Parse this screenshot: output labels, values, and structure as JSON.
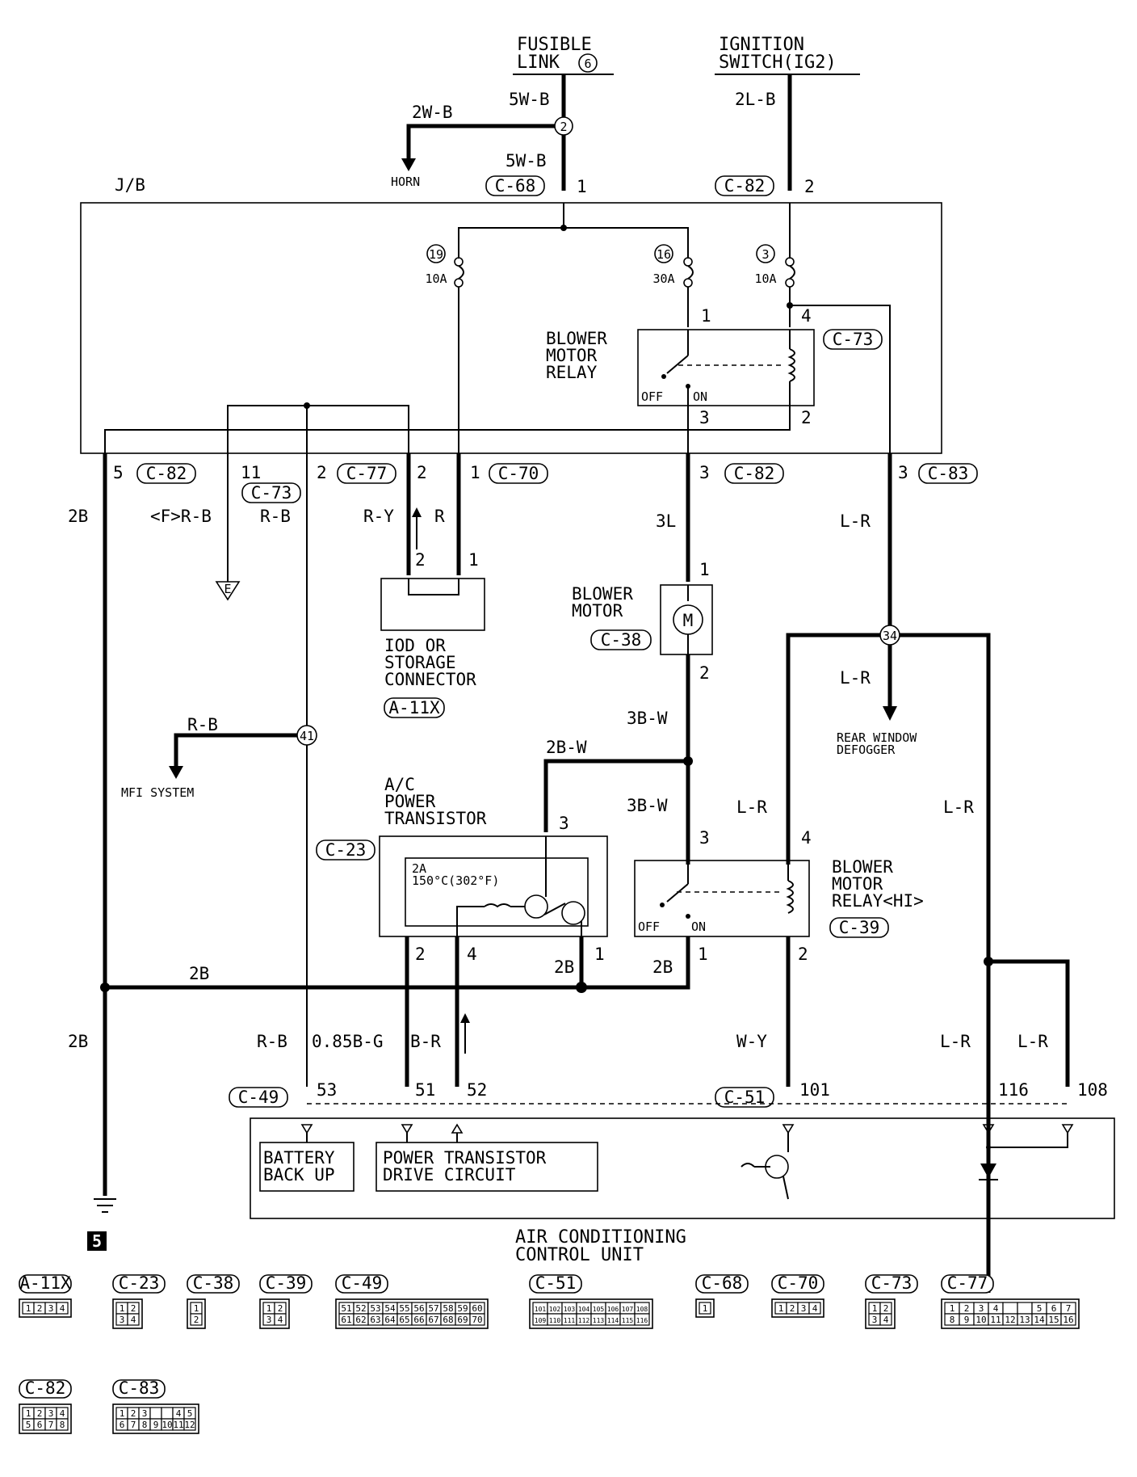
{
  "sources": {
    "fusible_link": "FUSIBLE\nLINK",
    "fusible_link_no": "6",
    "ignition_switch": "IGNITION\nSWITCH(IG2)"
  },
  "junction_block": "J/B",
  "wires": {
    "w5WB_top": "5W-B",
    "w5WB": "5W-B",
    "w2WB": "2W-B",
    "w2LB": "2L-B",
    "w2B_left": "2B",
    "wFRB": "<F>R-B",
    "wRB": "R-B",
    "wRY": "R-Y",
    "wR": "R",
    "w3L": "3L",
    "wLR_top": "L-R",
    "wLR_def": "L-R",
    "w3BW_1": "3B-W",
    "w2BW": "2B-W",
    "w3BW_2": "3B-W",
    "wLR_relay": "L-R",
    "wLR_right": "L-R",
    "w2B_mid": "2B",
    "w2B_pt": "2B",
    "w2B_relay": "2B",
    "w2B_bottom": "2B",
    "wRB_bottom": "R-B",
    "w085BG": "0.85B-G",
    "wBR": "B-R",
    "wWY": "W-Y",
    "wLR_b1": "L-R",
    "wLR_b2": "L-R"
  },
  "connectors": {
    "C68": "C-68",
    "C82_top": "C-82",
    "C82_l": "C-82",
    "C73_l": "C-73",
    "C77": "C-77",
    "C70": "C-70",
    "C82_r": "C-82",
    "C83": "C-83",
    "C73_relay": "C-73",
    "A11X": "A-11X",
    "C38": "C-38",
    "C23": "C-23",
    "C39": "C-39",
    "C49": "C-49",
    "C51": "C-51"
  },
  "pins": {
    "p1_top": "1",
    "p2_top": "2",
    "r1": "1",
    "r4": "4",
    "r3": "3",
    "r2": "2",
    "j5": "5",
    "j11": "11",
    "j2": "2",
    "j2b": "2",
    "j1": "1",
    "j3": "3",
    "j3b": "3",
    "s2": "2",
    "s1": "1",
    "m1": "1",
    "m2": "2",
    "t3": "3",
    "t2": "2",
    "t4": "4",
    "t1": "1",
    "h3": "3",
    "h4": "4",
    "h1": "1",
    "h2": "2",
    "c53": "53",
    "c51": "51",
    "c52": "52",
    "c101": "101",
    "c116": "116",
    "c108": "108"
  },
  "fuses": [
    {
      "no": "19",
      "rating": "10A"
    },
    {
      "no": "16",
      "rating": "30A"
    },
    {
      "no": "3",
      "rating": "10A"
    }
  ],
  "splices": {
    "s2": "2",
    "s41": "41",
    "s34": "34"
  },
  "components": {
    "horn": "HORN",
    "blower_relay": "BLOWER\nMOTOR\nRELAY",
    "relay_off": "OFF",
    "relay_on": "ON",
    "ground_e": "E",
    "storage": "IOD OR\nSTORAGE\nCONNECTOR",
    "blower_motor": "BLOWER\nMOTOR",
    "motor_m": "M",
    "rear_defogger": "REAR WINDOW\nDEFOGGER",
    "mfi": "MFI SYSTEM",
    "ac_pt": "A/C\nPOWER\nTRANSISTOR",
    "pt_rating": "2A\n150°C(302°F)",
    "hi_relay": "BLOWER\nMOTOR\nRELAY<HI>",
    "hi_off": "OFF",
    "hi_on": "ON",
    "battery": "BATTERY\nBACK UP",
    "drive": "POWER TRANSISTOR\nDRIVE CIRCUIT",
    "ac_unit": "AIR CONDITIONING\nCONTROL UNIT",
    "ground_no": "5"
  },
  "legend": [
    {
      "id": "A-11X",
      "rows": [
        [
          "1",
          "2",
          "3",
          "4"
        ]
      ]
    },
    {
      "id": "C-23",
      "rows": [
        [
          "1",
          "2"
        ],
        [
          "3",
          "4"
        ]
      ]
    },
    {
      "id": "C-38",
      "rows": [
        [
          "1"
        ],
        [
          "2"
        ]
      ]
    },
    {
      "id": "C-39",
      "rows": [
        [
          "1",
          "2"
        ],
        [
          "3",
          "4"
        ]
      ]
    },
    {
      "id": "C-49",
      "rows": [
        [
          "51",
          "52",
          "53",
          "54",
          "55",
          "56",
          "57",
          "58",
          "59",
          "60"
        ],
        [
          "61",
          "62",
          "63",
          "64",
          "65",
          "66",
          "67",
          "68",
          "69",
          "70"
        ]
      ]
    },
    {
      "id": "C-51",
      "rows": [
        [
          "101",
          "102",
          "103",
          "104",
          "105",
          "106",
          "107",
          "108"
        ],
        [
          "109",
          "110",
          "111",
          "112",
          "113",
          "114",
          "115",
          "116"
        ]
      ]
    },
    {
      "id": "C-68",
      "rows": [
        [
          "1"
        ]
      ]
    },
    {
      "id": "C-70",
      "rows": [
        [
          "1",
          "2",
          "3",
          "4"
        ]
      ]
    },
    {
      "id": "C-73",
      "rows": [
        [
          "1",
          "2"
        ],
        [
          "3",
          "4"
        ]
      ]
    },
    {
      "id": "C-77",
      "rows": [
        [
          "1",
          "2",
          "3",
          "4",
          "",
          "",
          "5",
          "6",
          "7"
        ],
        [
          "8",
          "9",
          "10",
          "11",
          "12",
          "13",
          "14",
          "15",
          "16"
        ]
      ]
    },
    {
      "id": "C-82",
      "rows": [
        [
          "1",
          "2",
          "3",
          "4"
        ],
        [
          "5",
          "6",
          "7",
          "8"
        ]
      ]
    },
    {
      "id": "C-83",
      "rows": [
        [
          "1",
          "2",
          "3",
          "",
          "",
          "4",
          "5"
        ],
        [
          "6",
          "7",
          "8",
          "9",
          "10",
          "11",
          "12"
        ]
      ]
    }
  ]
}
